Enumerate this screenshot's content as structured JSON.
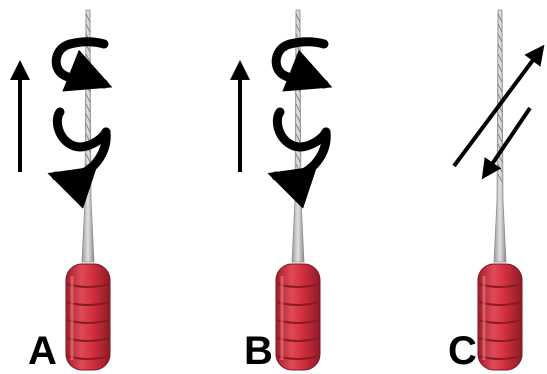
{
  "panels": [
    {
      "label": "A",
      "motion": "rotation-then-pull"
    },
    {
      "label": "B",
      "motion": "rotation-then-pull"
    },
    {
      "label": "C",
      "motion": "push-pull"
    }
  ],
  "colors": {
    "handle": "#d2303f",
    "handle_shadow": "#9d1f2c",
    "handle_highlight": "#f07a85",
    "shaft": "#c7c7c7",
    "shaft_edge": "#8e8e8e",
    "arrow": "#000000",
    "background": "#ffffff"
  },
  "icons": {
    "up_arrow": "straight-up-arrow-icon",
    "rotation": "rotation-arrow-icon",
    "diagonal": "diagonal-double-arrow-icon"
  }
}
